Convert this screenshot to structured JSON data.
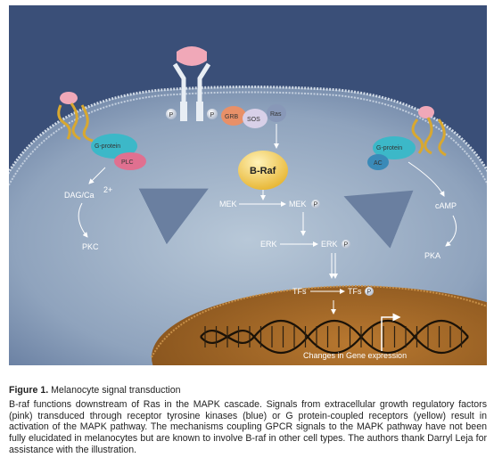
{
  "figure": {
    "labels": {
      "p_left": "P",
      "p_right": "P",
      "grb": "GRB",
      "sos": "SOS",
      "ras": "Ras",
      "braf": "B-Raf",
      "gprotein_left": "G-protein",
      "plc": "PLC",
      "dag": "DAG/Ca",
      "dag_sup": "2+",
      "pkc": "PKC",
      "mek": "MEK",
      "mek_p": "MEK",
      "erk": "ERK",
      "erk_p": "ERK",
      "tfs": "TFs",
      "tfs_p": "TFs",
      "p_badge": "P",
      "gprotein_right": "G-protein",
      "ac": "AC",
      "camp": "cAMP",
      "pka": "PKA",
      "gene_expression": "Changes in Gene expression"
    },
    "colors": {
      "background": "#3a4f78",
      "cytoplasm": "#8a9fb8",
      "nucleus": "#9a6424",
      "receptor_pink": "#f0a8b8",
      "receptor_white": "#e8eef4",
      "gpcr_yellow": "#d8a830",
      "gprotein_teal": "#3cb8c8",
      "plc_pink": "#e07090",
      "grb_orange": "#e89068",
      "braf_yellow": "#f4d060"
    }
  },
  "caption": {
    "figure_label": "Figure 1.",
    "figure_title": "Melanocyte signal transduction",
    "text": "B-raf functions downstream of Ras in the MAPK cascade. Signals from extracellular growth regulatory factors (pink) transduced through receptor tyrosine kinases (blue) or G protein-coupled receptors (yellow) result in activation of the MAPK pathway. The mechanisms coupling GPCR signals to the MAPK pathway have not been fully elucidated in melanocytes but are known to involve B-raf in other cell types. The authors thank Darryl Leja for assistance with the illustration."
  }
}
